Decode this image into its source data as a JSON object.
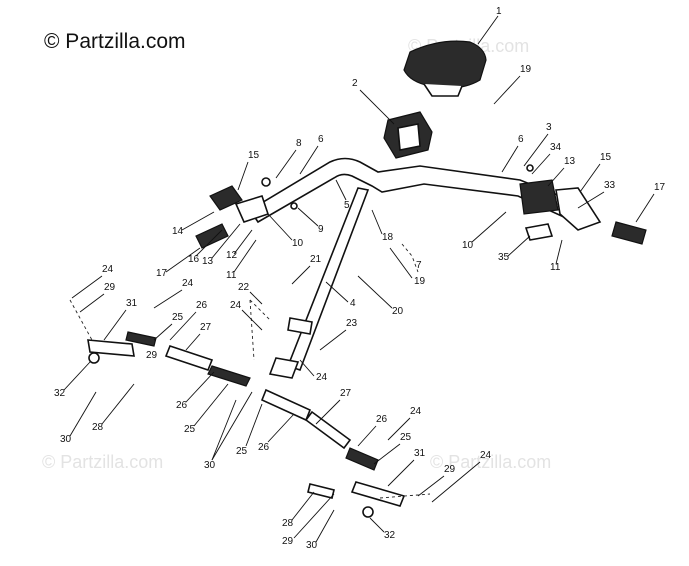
{
  "brand": {
    "text": "© Partzilla.com"
  },
  "watermarks": [
    "© Partzilla.com",
    "© Partzilla.com",
    "© Partzilla.com"
  ],
  "callouts": [
    "1",
    "19",
    "2",
    "8",
    "6",
    "15",
    "14",
    "16",
    "17",
    "13",
    "12",
    "11",
    "10",
    "9",
    "5",
    "18",
    "7",
    "19",
    "20",
    "21",
    "4",
    "22",
    "24",
    "23",
    "24",
    "6",
    "3",
    "34",
    "13",
    "15",
    "33",
    "17",
    "10",
    "35",
    "11",
    "24",
    "29",
    "31",
    "24",
    "26",
    "25",
    "27",
    "29",
    "32",
    "30",
    "28",
    "26",
    "25",
    "30",
    "25",
    "26",
    "27",
    "26",
    "24",
    "25",
    "31",
    "29",
    "24",
    "28",
    "29",
    "30",
    "32"
  ],
  "colors": {
    "line": "#111111",
    "fill_dark": "#2b2b2b",
    "watermark": "#e3e3e3"
  }
}
